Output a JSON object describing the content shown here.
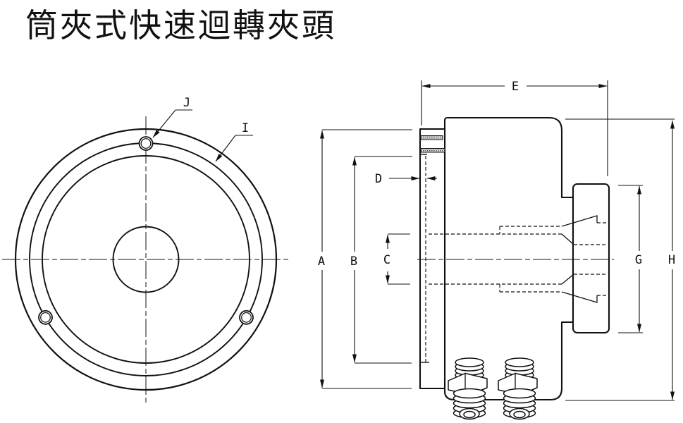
{
  "title": "筒夾式快速迴轉夾頭",
  "colors": {
    "line": "#111111",
    "background": "#ffffff"
  },
  "drawing": {
    "labels": {
      "A": "A",
      "B": "B",
      "C": "C",
      "D": "D",
      "E": "E",
      "G": "G",
      "H": "H",
      "I": "I",
      "J": "J"
    }
  }
}
